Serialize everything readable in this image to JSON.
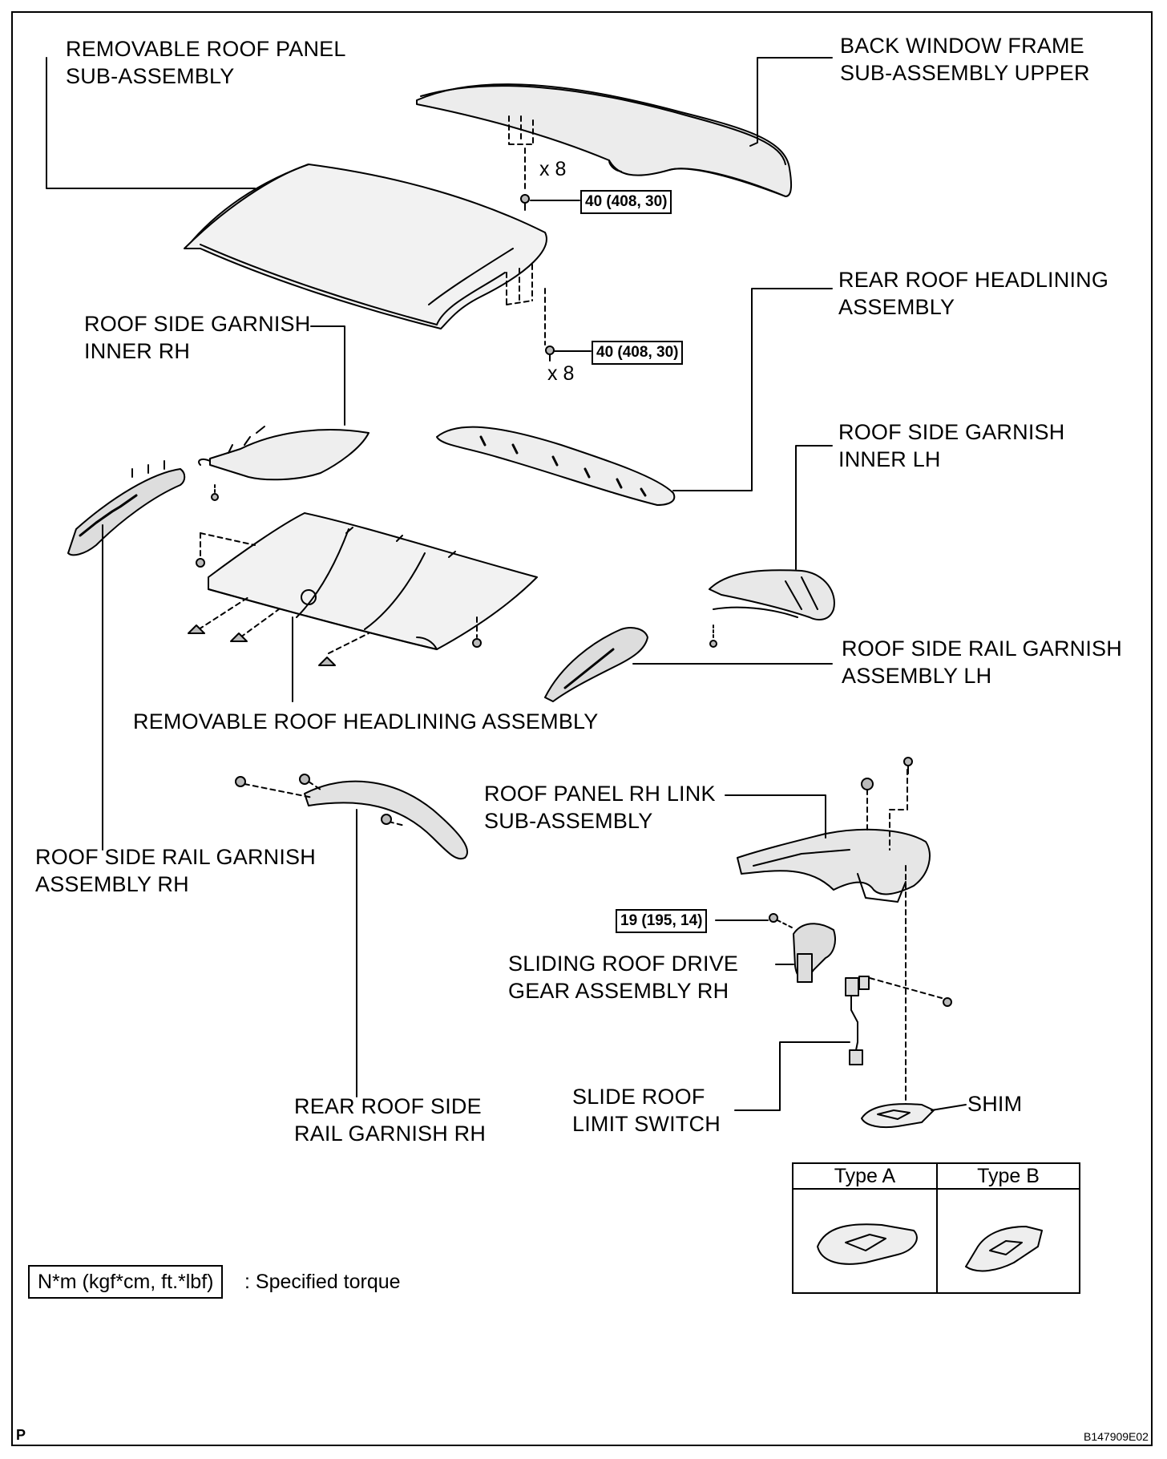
{
  "labels": {
    "removable_roof_panel": [
      "REMOVABLE ROOF PANEL",
      "SUB-ASSEMBLY"
    ],
    "back_window_frame": [
      "BACK WINDOW FRAME",
      "SUB-ASSEMBLY UPPER"
    ],
    "rear_roof_headlining": [
      "REAR ROOF HEADLINING",
      "ASSEMBLY"
    ],
    "roof_side_garnish_inner_rh": [
      "ROOF SIDE GARNISH",
      "INNER RH"
    ],
    "roof_side_garnish_inner_lh": [
      "ROOF SIDE GARNISH",
      "INNER LH"
    ],
    "roof_side_rail_garnish_lh": [
      "ROOF SIDE RAIL GARNISH",
      "ASSEMBLY LH"
    ],
    "removable_roof_headlining": [
      "REMOVABLE ROOF HEADLINING ASSEMBLY"
    ],
    "roof_panel_rh_link": [
      "ROOF PANEL RH LINK",
      "SUB-ASSEMBLY"
    ],
    "roof_side_rail_garnish_rh": [
      "ROOF SIDE RAIL GARNISH",
      "ASSEMBLY RH"
    ],
    "sliding_roof_drive_gear": [
      "SLIDING ROOF DRIVE",
      "GEAR ASSEMBLY RH"
    ],
    "rear_roof_side_rail_garnish_rh": [
      "REAR ROOF SIDE",
      "RAIL GARNISH RH"
    ],
    "slide_roof_limit_switch": [
      "SLIDE ROOF",
      "LIMIT SWITCH"
    ],
    "shim": [
      "SHIM"
    ]
  },
  "torques": {
    "upper": "40 (408, 30)",
    "middle": "40 (408, 30)",
    "drive_gear": "19 (195, 14)"
  },
  "quantities": {
    "upper": "x 8",
    "middle": "x 8"
  },
  "legend": {
    "unit": "N*m (kgf*cm, ft.*lbf)",
    "text": ": Specified torque"
  },
  "type_table": {
    "type_a": "Type A",
    "type_b": "Type B"
  },
  "corner_mark": "P",
  "figure_code": "B147909E02"
}
